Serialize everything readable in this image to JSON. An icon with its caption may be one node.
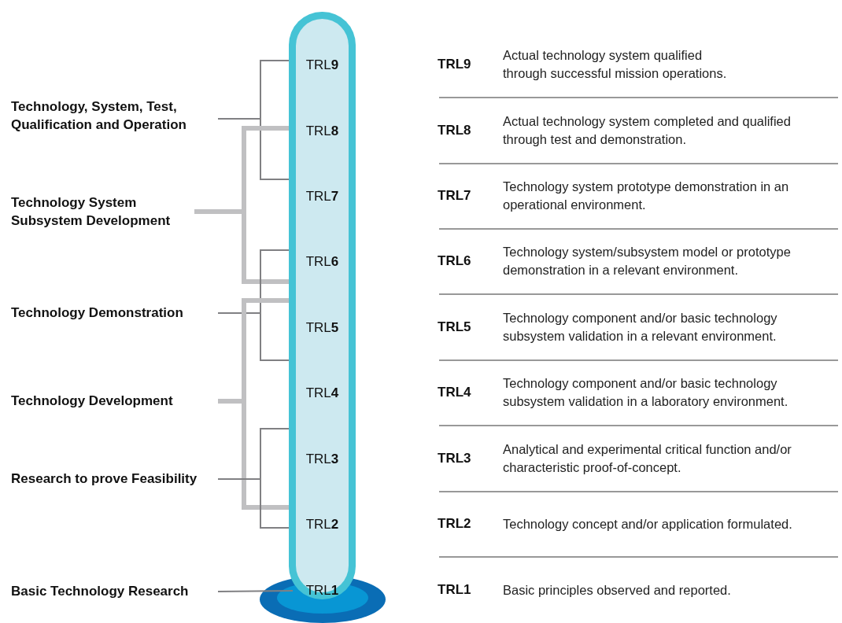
{
  "diagram": {
    "nodes": [
      {
        "text": [],
        "shape": "cylinder"
      },
      {
        "text": [
          "TRL**9**"
        ],
        "in": 0
      },
      {
        "text": [
          "TRL**8**"
        ],
        "in": 0
      },
      {
        "text": [
          "TRL**7**"
        ],
        "in": 0
      },
      {
        "text": [
          "TRL**6**"
        ],
        "in": 0
      },
      {
        "text": [
          "TRL**5**"
        ],
        "in": 0
      },
      {
        "text": [
          "TRL**4**"
        ],
        "in": 0
      },
      {
        "text": [
          "TRL**3**"
        ],
        "in": 0
      },
      {
        "text": [
          "TRL**2**"
        ],
        "in": 0
      },
      {
        "text": [
          "TRL**1**"
        ],
        "in": 0
      },
      {
        "text": [
          "Technology, System, Test, Qualification and Operation"
        ]
      },
      {
        "text": [
          "Technology System Subsystem Development"
        ]
      },
      {
        "text": [
          "Technology Demonstration"
        ]
      },
      {
        "text": [
          "Technology Development"
        ]
      },
      {
        "text": [
          "Research to prove Feasibility"
        ]
      },
      {
        "text": [
          "Basic Technology Research"
        ]
      }
    ],
    "edges": [
      {
        "from": 10,
        "to": 1,
        "arrow": "none"
      },
      {
        "from": 10,
        "to": 3,
        "arrow": "none"
      },
      {
        "from": 11,
        "to": 2,
        "arrow": "none",
        "style": "thick",
        "color": "#c0c0c2"
      },
      {
        "from": 11,
        "to": 4,
        "arrow": "none",
        "style": "thick",
        "color": "#c0c0c2"
      },
      {
        "from": 12,
        "to": 4,
        "arrow": "none"
      },
      {
        "from": 12,
        "to": 5,
        "arrow": "none"
      },
      {
        "from": 13,
        "to": 5,
        "arrow": "none",
        "style": "thick",
        "color": "#c0c0c2"
      },
      {
        "from": 13,
        "to": 8,
        "arrow": "none",
        "style": "thick",
        "color": "#c0c0c2"
      },
      {
        "from": 14,
        "to": 7,
        "arrow": "none"
      },
      {
        "from": 14,
        "to": 8,
        "arrow": "none"
      },
      {
        "from": 15,
        "to": 9,
        "arrow": "none"
      }
    ],
    "labels": [
      "TRL9",
      "Actual technology system qualified through successful mission operations.",
      "TRL8",
      "Actual technology system completed and qualified through test and demonstration.",
      "TRL7",
      "Technology system prototype demonstration in an operational environment.",
      "TRL6",
      "Technology system/subsystem model or prototype demonstration in a relevant environment.",
      "TRL5",
      "Technology component and/or basic technology subsystem validation in a relevant environment.",
      "TRL4",
      "Technology component and/or basic technology subsystem validation in a laboratory environment.",
      "TRL3",
      "Analytical and experimental critical function and/or characteristic proof-of-concept.",
      "TRL2",
      "Technology concept and/or application formulated.",
      "TRL1",
      "Basic principles observed and reported."
    ]
  }
}
